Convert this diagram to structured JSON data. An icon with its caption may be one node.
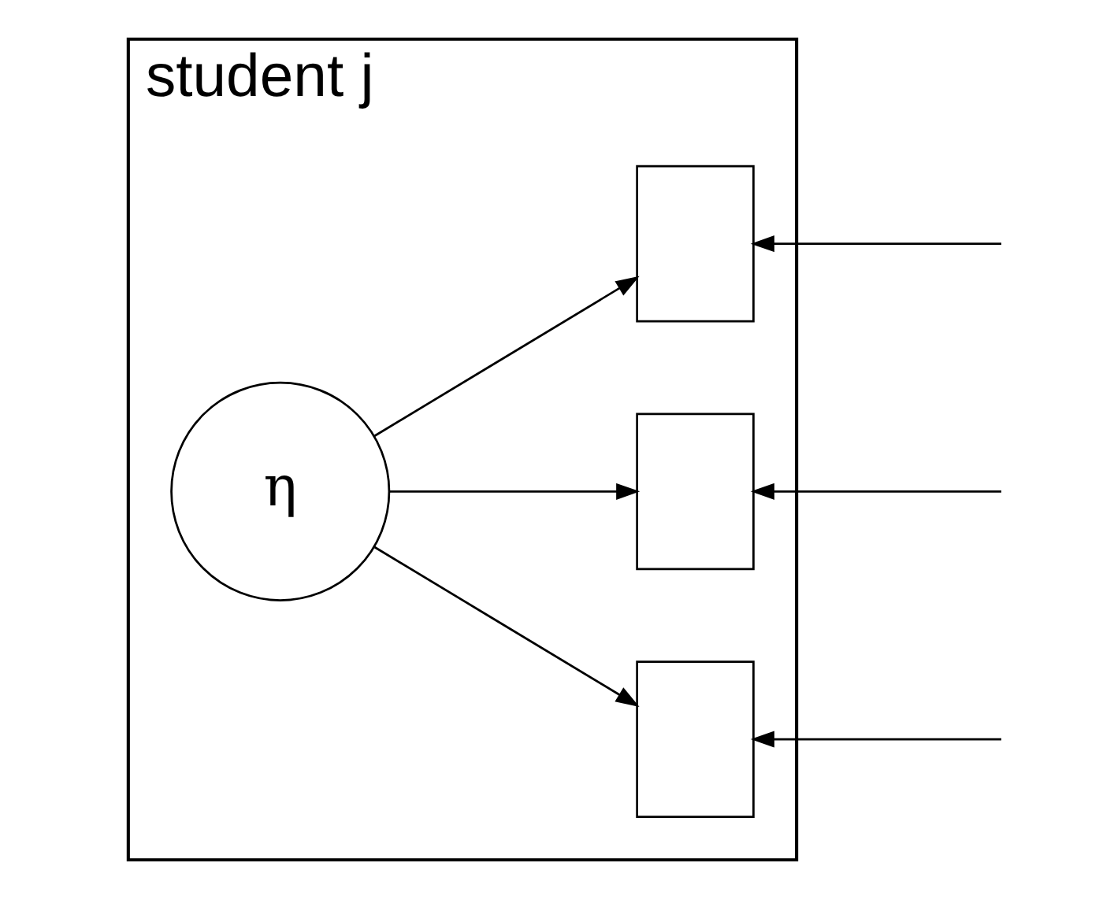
{
  "diagram": {
    "nodes": [
      {
        "text": [
          "student j"
        ]
      },
      {
        "text": [
          "η"
        ],
        "in": 0
      },
      {
        "text": [],
        "shape": "box",
        "in": 0
      },
      {
        "text": [],
        "shape": "box",
        "in": 0
      },
      {
        "text": [],
        "shape": "box",
        "in": 0
      }
    ],
    "edges": [
      {
        "from": 1,
        "to": 2,
        "arrow": "to"
      },
      {
        "from": 1,
        "to": 3,
        "arrow": "to"
      },
      {
        "from": 1,
        "to": 4,
        "arrow": "to"
      },
      {
        "from": null,
        "to": 2,
        "arrow": "to"
      },
      {
        "from": null,
        "to": 3,
        "arrow": "to"
      },
      {
        "from": null,
        "to": 4,
        "arrow": "to"
      }
    ]
  }
}
